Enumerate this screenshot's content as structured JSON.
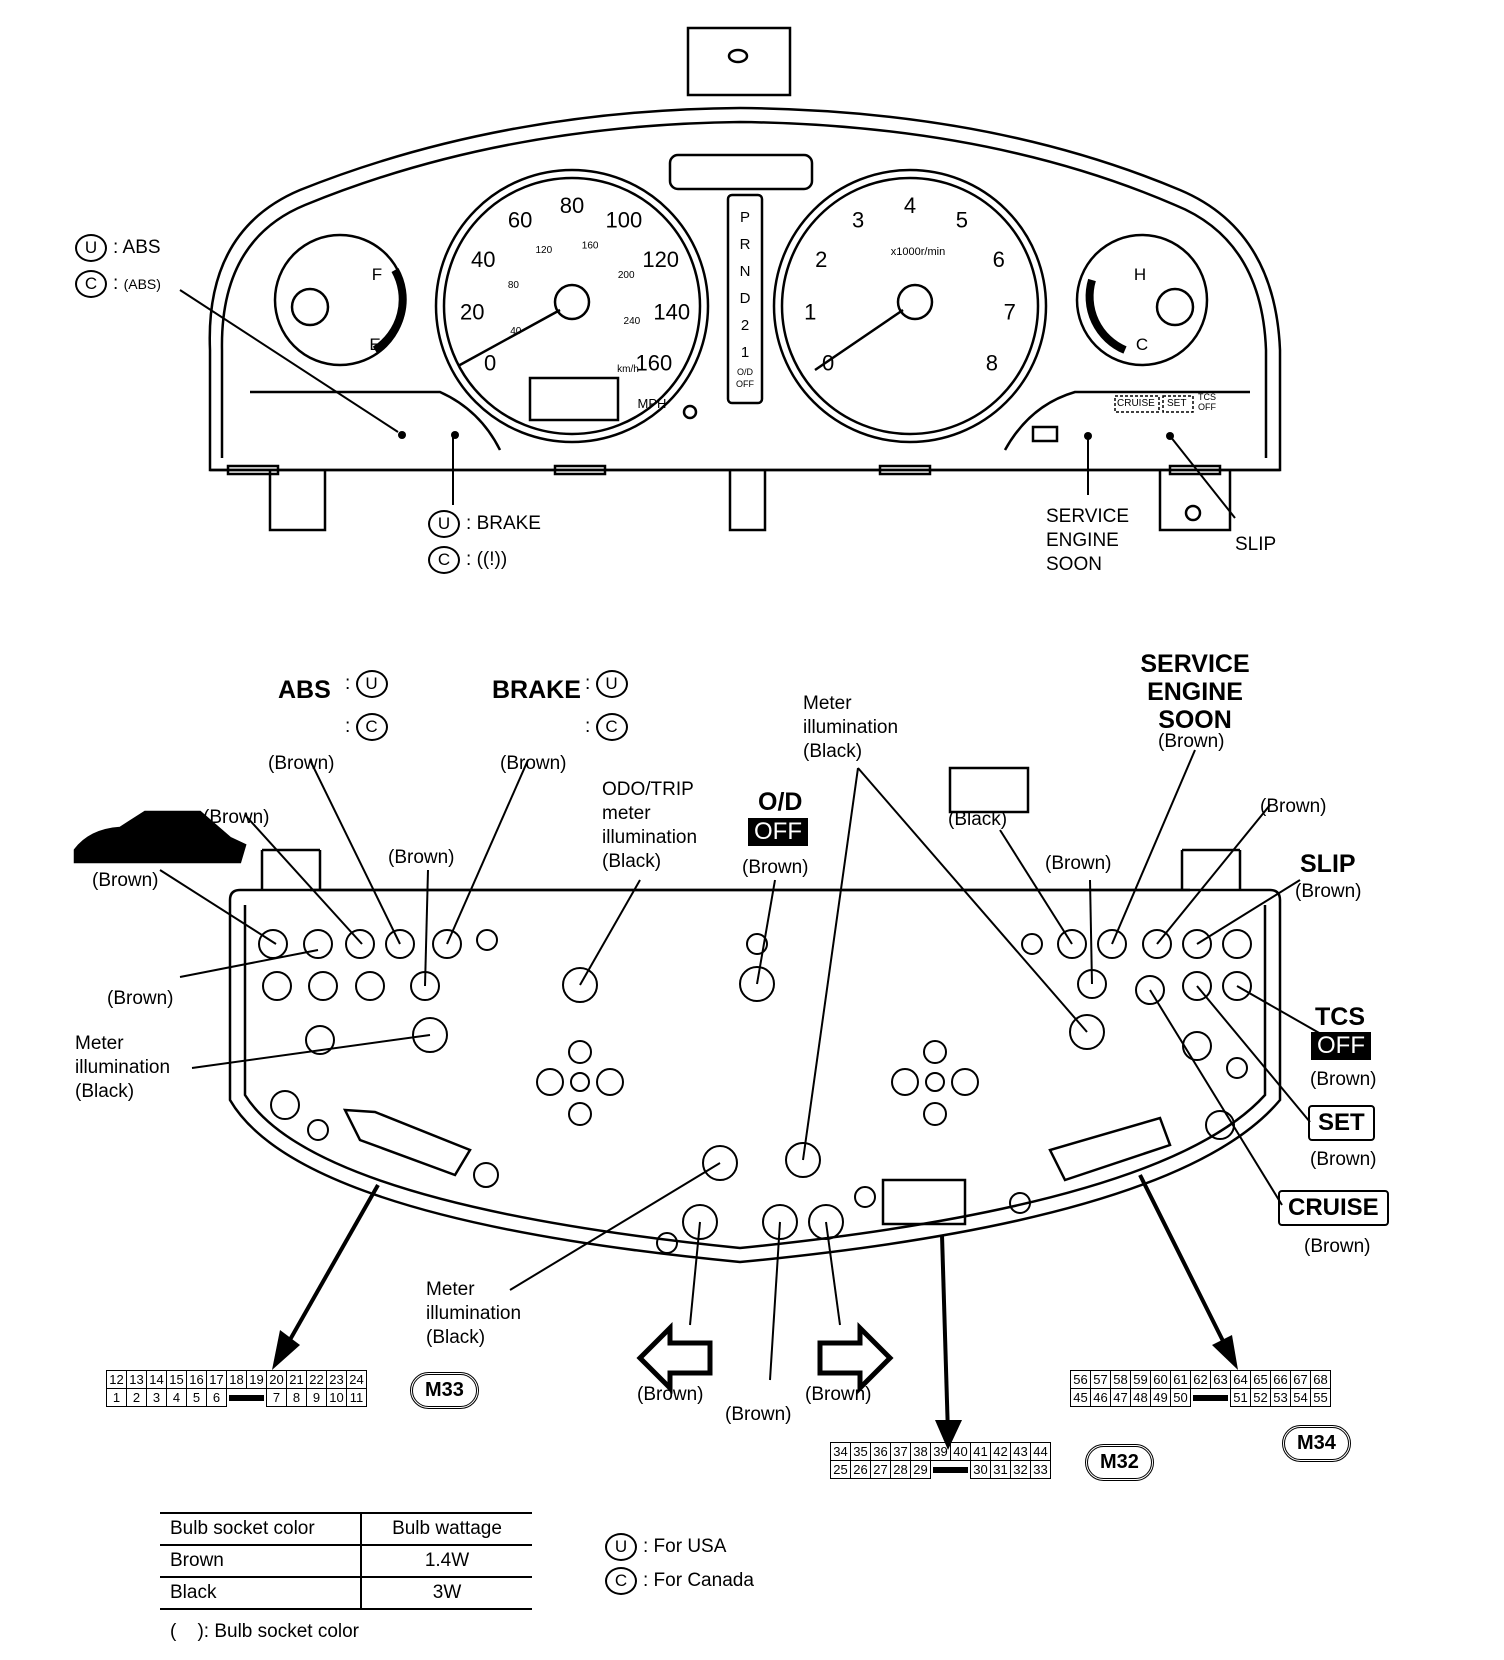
{
  "top": {
    "abs_u": "ABS",
    "abs_c": "(ABS)",
    "brake_u": "BRAKE",
    "brake_c": "((!))",
    "sep": ":",
    "service_engine_soon": [
      "SERVICE",
      "ENGINE",
      "SOON"
    ],
    "slip": "SLIP",
    "speedo_ticks": [
      "0",
      "20",
      "40",
      "60",
      "80",
      "100",
      "120",
      "140",
      "160"
    ],
    "speedo_kmh_ticks": [
      "40",
      "80",
      "120",
      "160",
      "200",
      "240"
    ],
    "speedo_units": [
      "km/h",
      "MPH"
    ],
    "tach_ticks": [
      "0",
      "1",
      "2",
      "3",
      "4",
      "5",
      "6",
      "7",
      "8"
    ],
    "tach_units": "x1000r/min",
    "fuel_marks": [
      "F",
      "E"
    ],
    "temp_marks": [
      "H",
      "C"
    ],
    "gear_positions": [
      "P",
      "R",
      "N",
      "D",
      "2",
      "1",
      "O/D OFF"
    ],
    "indicator_labels": [
      "CRUISE",
      "SET",
      "TCS OFF"
    ]
  },
  "bottom": {
    "abs": "ABS",
    "brake": "BRAKE",
    "brown": "(Brown)",
    "black": "(Black)",
    "service_engine_soon": [
      "SERVICE",
      "ENGINE",
      "SOON"
    ],
    "slip": "SLIP",
    "meter_illumination": [
      "Meter",
      "illumination",
      "(Black)"
    ],
    "odo_trip": [
      "ODO/TRIP",
      "meter",
      "illumination",
      "(Black)"
    ],
    "od": "O/D",
    "off": "OFF",
    "tcs": "TCS",
    "set": "SET",
    "cruise": "CRUISE"
  },
  "connectors": {
    "m33": {
      "name": "M33",
      "top": [
        "12",
        "13",
        "14",
        "15",
        "16",
        "17",
        "18",
        "19",
        "20",
        "21",
        "22",
        "23",
        "24"
      ],
      "bottom": [
        "1",
        "2",
        "3",
        "4",
        "5",
        "6",
        "",
        "7",
        "8",
        "9",
        "10",
        "11"
      ]
    },
    "m32": {
      "name": "M32",
      "top": [
        "34",
        "35",
        "36",
        "37",
        "38",
        "39",
        "40",
        "41",
        "42",
        "43",
        "44"
      ],
      "bottom": [
        "25",
        "26",
        "27",
        "28",
        "29",
        "",
        "30",
        "31",
        "32",
        "33"
      ]
    },
    "m34": {
      "name": "M34",
      "top": [
        "56",
        "57",
        "58",
        "59",
        "60",
        "61",
        "62",
        "63",
        "64",
        "65",
        "66",
        "67",
        "68"
      ],
      "bottom": [
        "45",
        "46",
        "47",
        "48",
        "49",
        "50",
        "",
        "51",
        "52",
        "53",
        "54",
        "55"
      ]
    }
  },
  "legend": {
    "headers": [
      "Bulb socket color",
      "Bulb wattage"
    ],
    "rows": [
      [
        "Brown",
        "1.4W"
      ],
      [
        "Black",
        "3W"
      ]
    ],
    "footnote": "(    ): Bulb socket color",
    "u": "U",
    "c": "C",
    "u_text": ": For USA",
    "c_text": ": For Canada"
  }
}
